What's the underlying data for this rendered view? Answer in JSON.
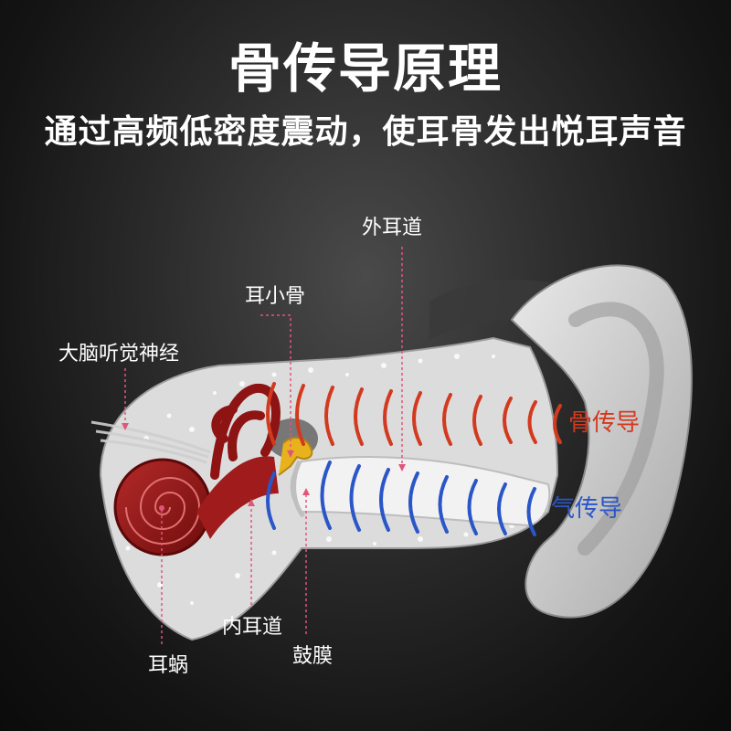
{
  "title": "骨传导原理",
  "subtitle": "通过高频低密度震动，使耳骨发出悦耳声音",
  "labels": {
    "outer_ear_canal": "外耳道",
    "ossicles": "耳小骨",
    "auditory_nerve": "大脑听觉神经",
    "inner_ear_canal": "内耳道",
    "cochlea": "耳蜗",
    "eardrum": "鼓膜"
  },
  "conduction": {
    "bone": "骨传导",
    "air": "气传导"
  },
  "colors": {
    "bone_wave": "#d23a1f",
    "air_wave": "#2a56c8",
    "leader_line": "#e0567a",
    "cochlea": "#8e1414",
    "ossicle": "#e8b21c"
  }
}
